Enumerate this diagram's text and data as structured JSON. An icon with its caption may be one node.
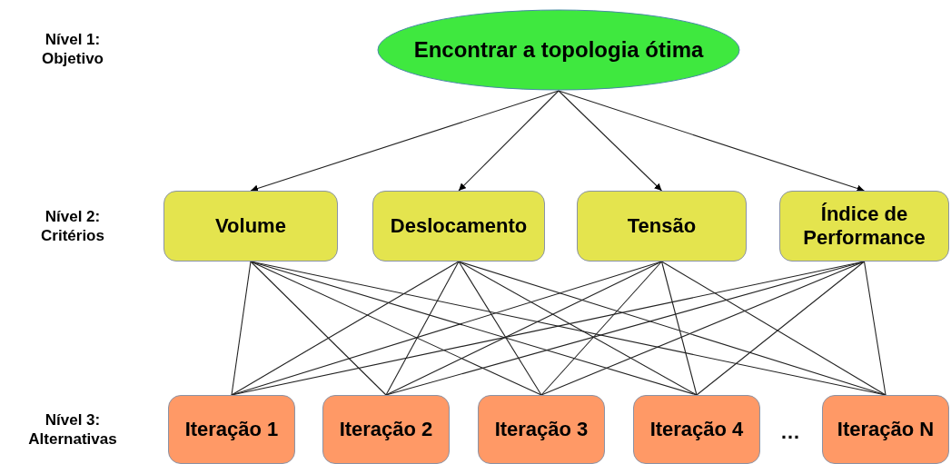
{
  "diagram": {
    "nodes": [
      {
        "text": [
          "Encontrar a topologia ótima"
        ]
      },
      {
        "text": [
          "Volume"
        ]
      },
      {
        "text": [
          "Deslocamento"
        ]
      },
      {
        "text": [
          "Tensão"
        ]
      },
      {
        "text": [
          "Índice de Performance"
        ]
      },
      {
        "text": [
          "Iteração 1"
        ]
      },
      {
        "text": [
          "Iteração 2"
        ]
      },
      {
        "text": [
          "Iteração 3"
        ]
      },
      {
        "text": [
          "Iteração 4"
        ]
      },
      {
        "text": [
          "Iteração N"
        ]
      }
    ],
    "edges": [
      {
        "from": 0,
        "to": 1,
        "arrow": "to"
      },
      {
        "from": 0,
        "to": 2,
        "arrow": "to"
      },
      {
        "from": 0,
        "to": 3,
        "arrow": "to"
      },
      {
        "from": 0,
        "to": 4,
        "arrow": "to"
      },
      {
        "from": 1,
        "to": 5,
        "arrow": "none"
      },
      {
        "from": 1,
        "to": 6,
        "arrow": "none"
      },
      {
        "from": 1,
        "to": 7,
        "arrow": "none"
      },
      {
        "from": 1,
        "to": 8,
        "arrow": "none"
      },
      {
        "from": 1,
        "to": 9,
        "arrow": "none"
      },
      {
        "from": 2,
        "to": 5,
        "arrow": "none"
      },
      {
        "from": 2,
        "to": 6,
        "arrow": "none"
      },
      {
        "from": 2,
        "to": 7,
        "arrow": "none"
      },
      {
        "from": 2,
        "to": 8,
        "arrow": "none"
      },
      {
        "from": 2,
        "to": 9,
        "arrow": "none"
      },
      {
        "from": 3,
        "to": 5,
        "arrow": "none"
      },
      {
        "from": 3,
        "to": 6,
        "arrow": "none"
      },
      {
        "from": 3,
        "to": 7,
        "arrow": "none"
      },
      {
        "from": 3,
        "to": 8,
        "arrow": "none"
      },
      {
        "from": 3,
        "to": 9,
        "arrow": "none"
      },
      {
        "from": 4,
        "to": 5,
        "arrow": "none"
      },
      {
        "from": 4,
        "to": 6,
        "arrow": "none"
      },
      {
        "from": 4,
        "to": 7,
        "arrow": "none"
      },
      {
        "from": 4,
        "to": 8,
        "arrow": "none"
      },
      {
        "from": 4,
        "to": 9,
        "arrow": "none"
      }
    ],
    "labels": [
      "Nível 1: Objetivo",
      "Nível 2: Critérios",
      "Nível 3: Alternativas",
      "…"
    ]
  }
}
